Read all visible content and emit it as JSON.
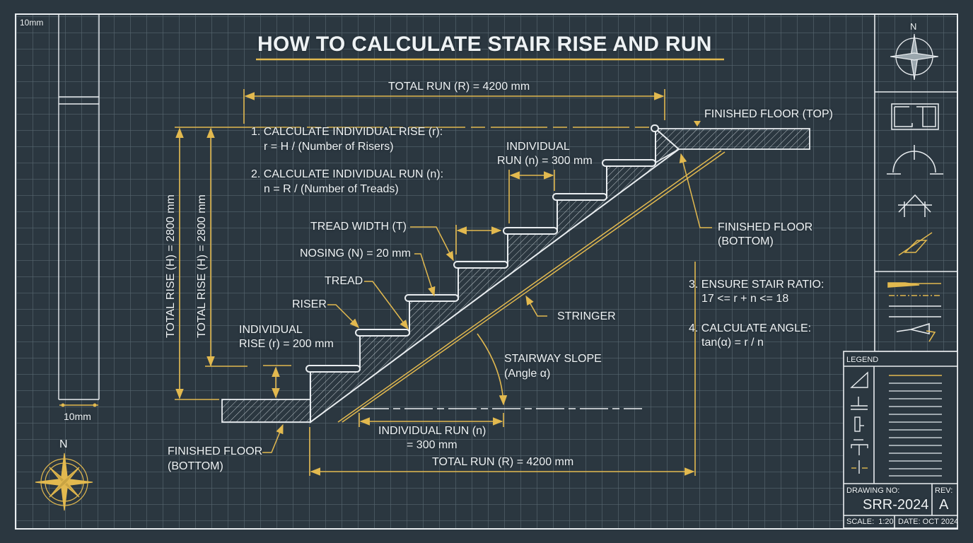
{
  "title": "HOW TO CALCULATE STAIR RISE AND RUN",
  "colors": {
    "background": "#2b3740",
    "grid": "#56656e",
    "line": "#e9edf0",
    "accent": "#e2b94f"
  },
  "scale_bar": {
    "top_label": "10mm",
    "bottom_label": "10mm"
  },
  "dimensions": {
    "total_run_top": "TOTAL RUN (R) = 4200 mm",
    "total_run_bottom": "TOTAL RUN (R) = 4200 mm",
    "total_rise_outer": "TOTAL RISE (H) = 2800 mm",
    "total_rise_inner": "TOTAL RISE (H) = 2800 mm",
    "individual_run_top_line1": "INDIVIDUAL",
    "individual_run_top_line2": "RUN (n) = 300 mm",
    "individual_run_bottom_line1": "INDIVIDUAL RUN (n)",
    "individual_run_bottom_line2": "= 300 mm",
    "individual_rise_line1": "INDIVIDUAL",
    "individual_rise_line2": "RISE (r) = 200 mm"
  },
  "steps_text": [
    {
      "heading": "1. CALCULATE INDIVIDUAL RISE (r):",
      "formula": "r = H / (Number of Risers)"
    },
    {
      "heading": "2. CALCULATE INDIVIDUAL RUN (n):",
      "formula": "n = R / (Number of Treads)"
    },
    {
      "heading": "3. ENSURE STAIR RATIO:",
      "formula": "17 <= r + n <= 18"
    },
    {
      "heading": "4. CALCULATE ANGLE:",
      "formula": "tan(α) = r / n"
    }
  ],
  "callouts": {
    "tread_width": "TREAD WIDTH (T)",
    "nosing": "NOSING (N) = 20 mm",
    "tread": "TREAD",
    "riser": "RISER",
    "stringer": "STRINGER",
    "slope_line1": "STAIRWAY SLOPE",
    "slope_line2": "(Angle α)",
    "floor_top": "FINISHED FLOOR (TOP)",
    "floor_bottom_right_line1": "FINISHED FLOOR",
    "floor_bottom_right_line2": "(BOTTOM)",
    "floor_bottom_left_line1": "FINISHED FLOOR",
    "floor_bottom_left_line2": "(BOTTOM)"
  },
  "compass": {
    "left_label": "N",
    "right_label": "N"
  },
  "title_block": {
    "legend_label": "LEGEND",
    "drawing_no_label": "DRAWING NO:",
    "drawing_no": "SRR-2024",
    "rev_label": "REV:",
    "rev": "A",
    "scale": "SCALE:  1:20",
    "date": "DATE: OCT 2024"
  }
}
